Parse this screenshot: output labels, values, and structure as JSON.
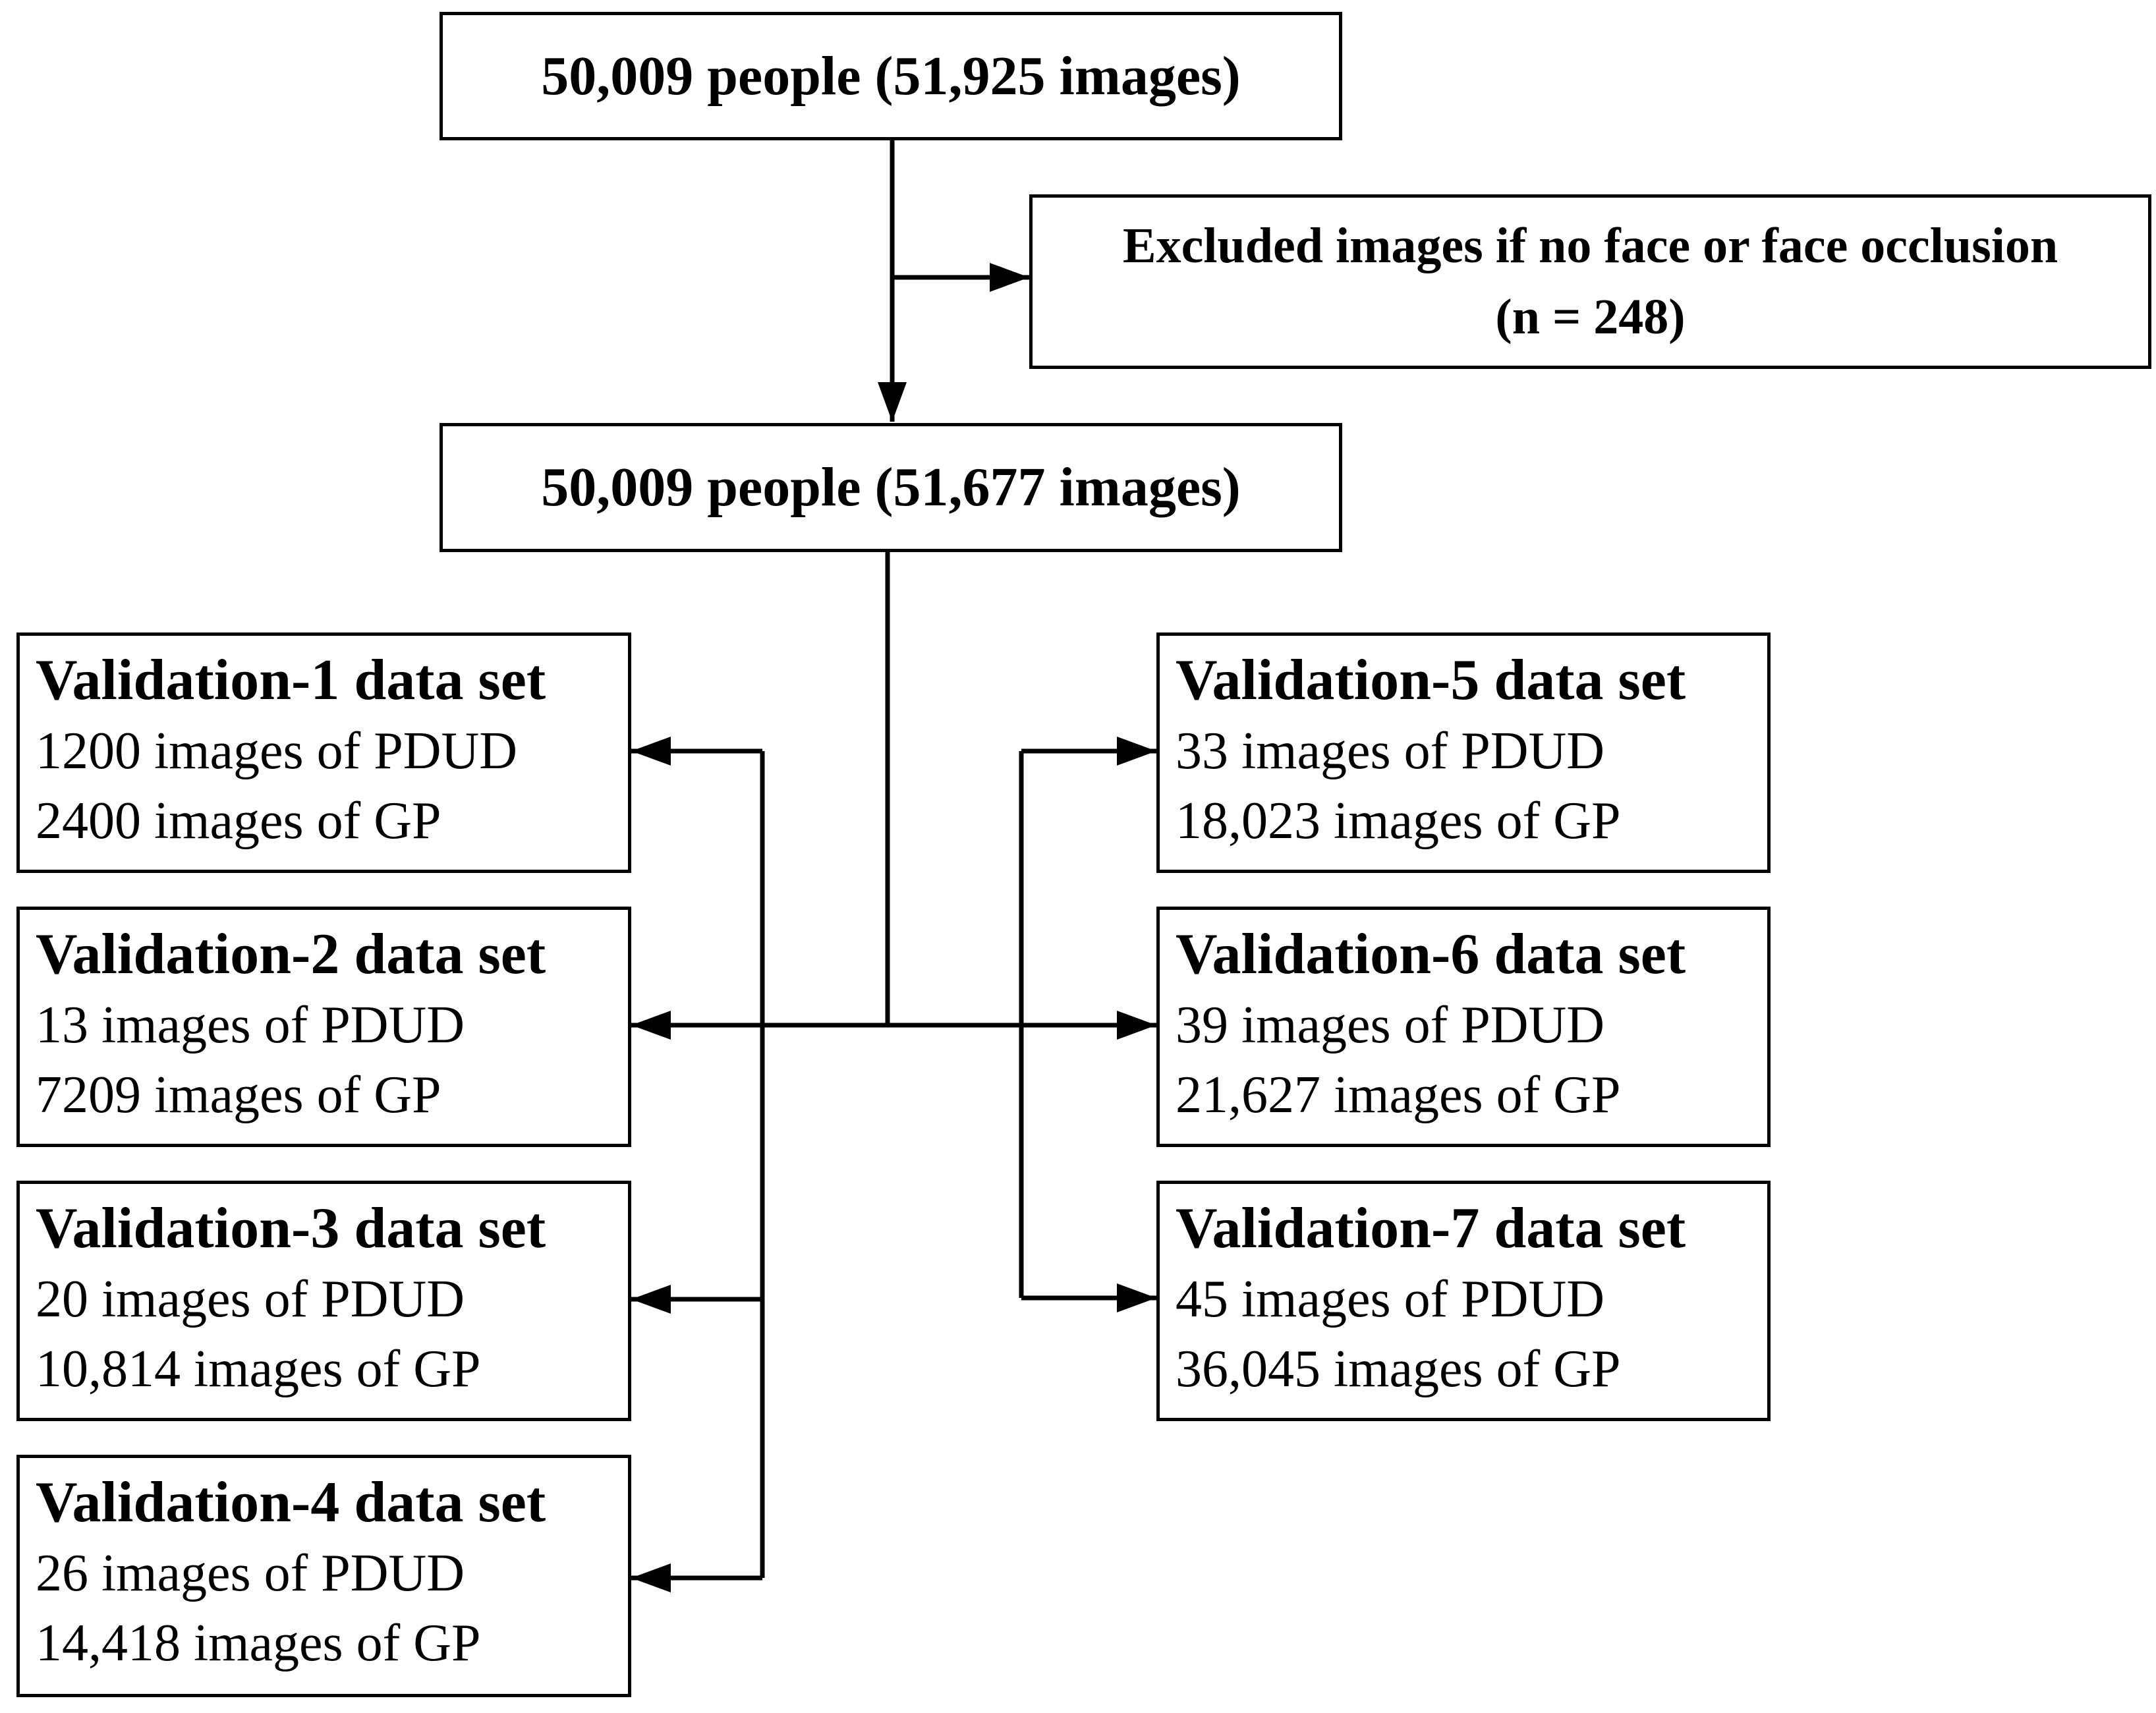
{
  "top_box": {
    "label": "50,009 people (51,925 images)"
  },
  "excluded_box": {
    "line1": "Excluded images if no face or face occlusion",
    "line2": "(n = 248)"
  },
  "middle_box": {
    "label": "50,009 people (51,677 images)"
  },
  "validation_sets": [
    {
      "title": "Validation-1 data set",
      "pdud": "1200 images of PDUD",
      "gp": "2400 images of  GP"
    },
    {
      "title": "Validation-2 data set",
      "pdud": "13 images of PDUD",
      "gp": "7209 images of GP"
    },
    {
      "title": "Validation-3 data set",
      "pdud": "20 images of PDUD",
      "gp": "10,814 images of GP"
    },
    {
      "title": "Validation-4 data set",
      "pdud": "26 images of PDUD",
      "gp": "14,418 images of GP"
    },
    {
      "title": "Validation-5 data set",
      "pdud": "33 images of PDUD",
      "gp": "18,023 images of GP"
    },
    {
      "title": "Validation-6 data set",
      "pdud": "39 images of PDUD",
      "gp": "21,627 images of GP"
    },
    {
      "title": "Validation-7 data set",
      "pdud": "45 images of PDUD",
      "gp": "36,045 images of GP"
    }
  ]
}
